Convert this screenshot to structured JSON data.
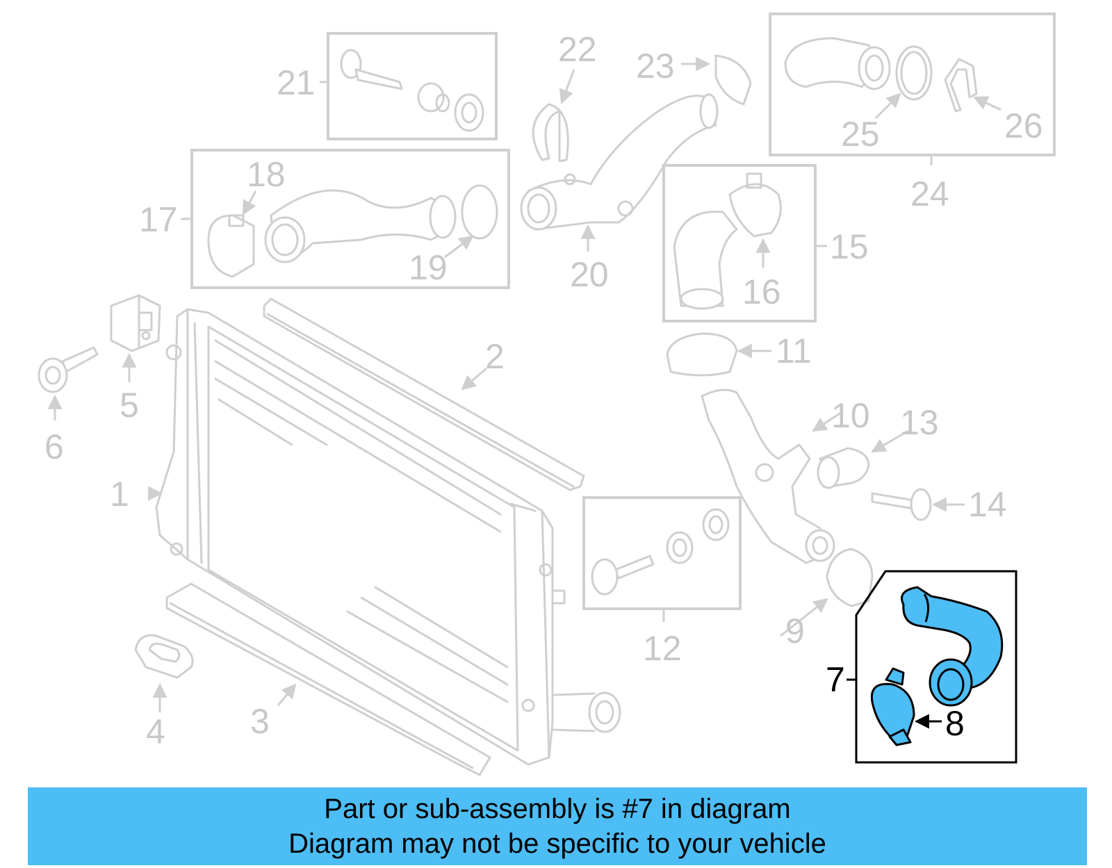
{
  "callouts": {
    "c1": "1",
    "c2": "2",
    "c3": "3",
    "c4": "4",
    "c5": "5",
    "c6": "6",
    "c7": "7",
    "c8": "8",
    "c9": "9",
    "c10": "10",
    "c11": "11",
    "c12": "12",
    "c13": "13",
    "c14": "14",
    "c15": "15",
    "c16": "16",
    "c17": "17",
    "c18": "18",
    "c19": "19",
    "c20": "20",
    "c21": "21",
    "c22": "22",
    "c23": "23",
    "c24": "24",
    "c25": "25",
    "c26": "26"
  },
  "banner": {
    "line1": "Part or sub-assembly is #7 in diagram",
    "line2": "Diagram may not be specific to your vehicle"
  },
  "colors": {
    "highlight": "#4dbdf5",
    "inactive": "#cfcfcf",
    "active": "#000000"
  }
}
